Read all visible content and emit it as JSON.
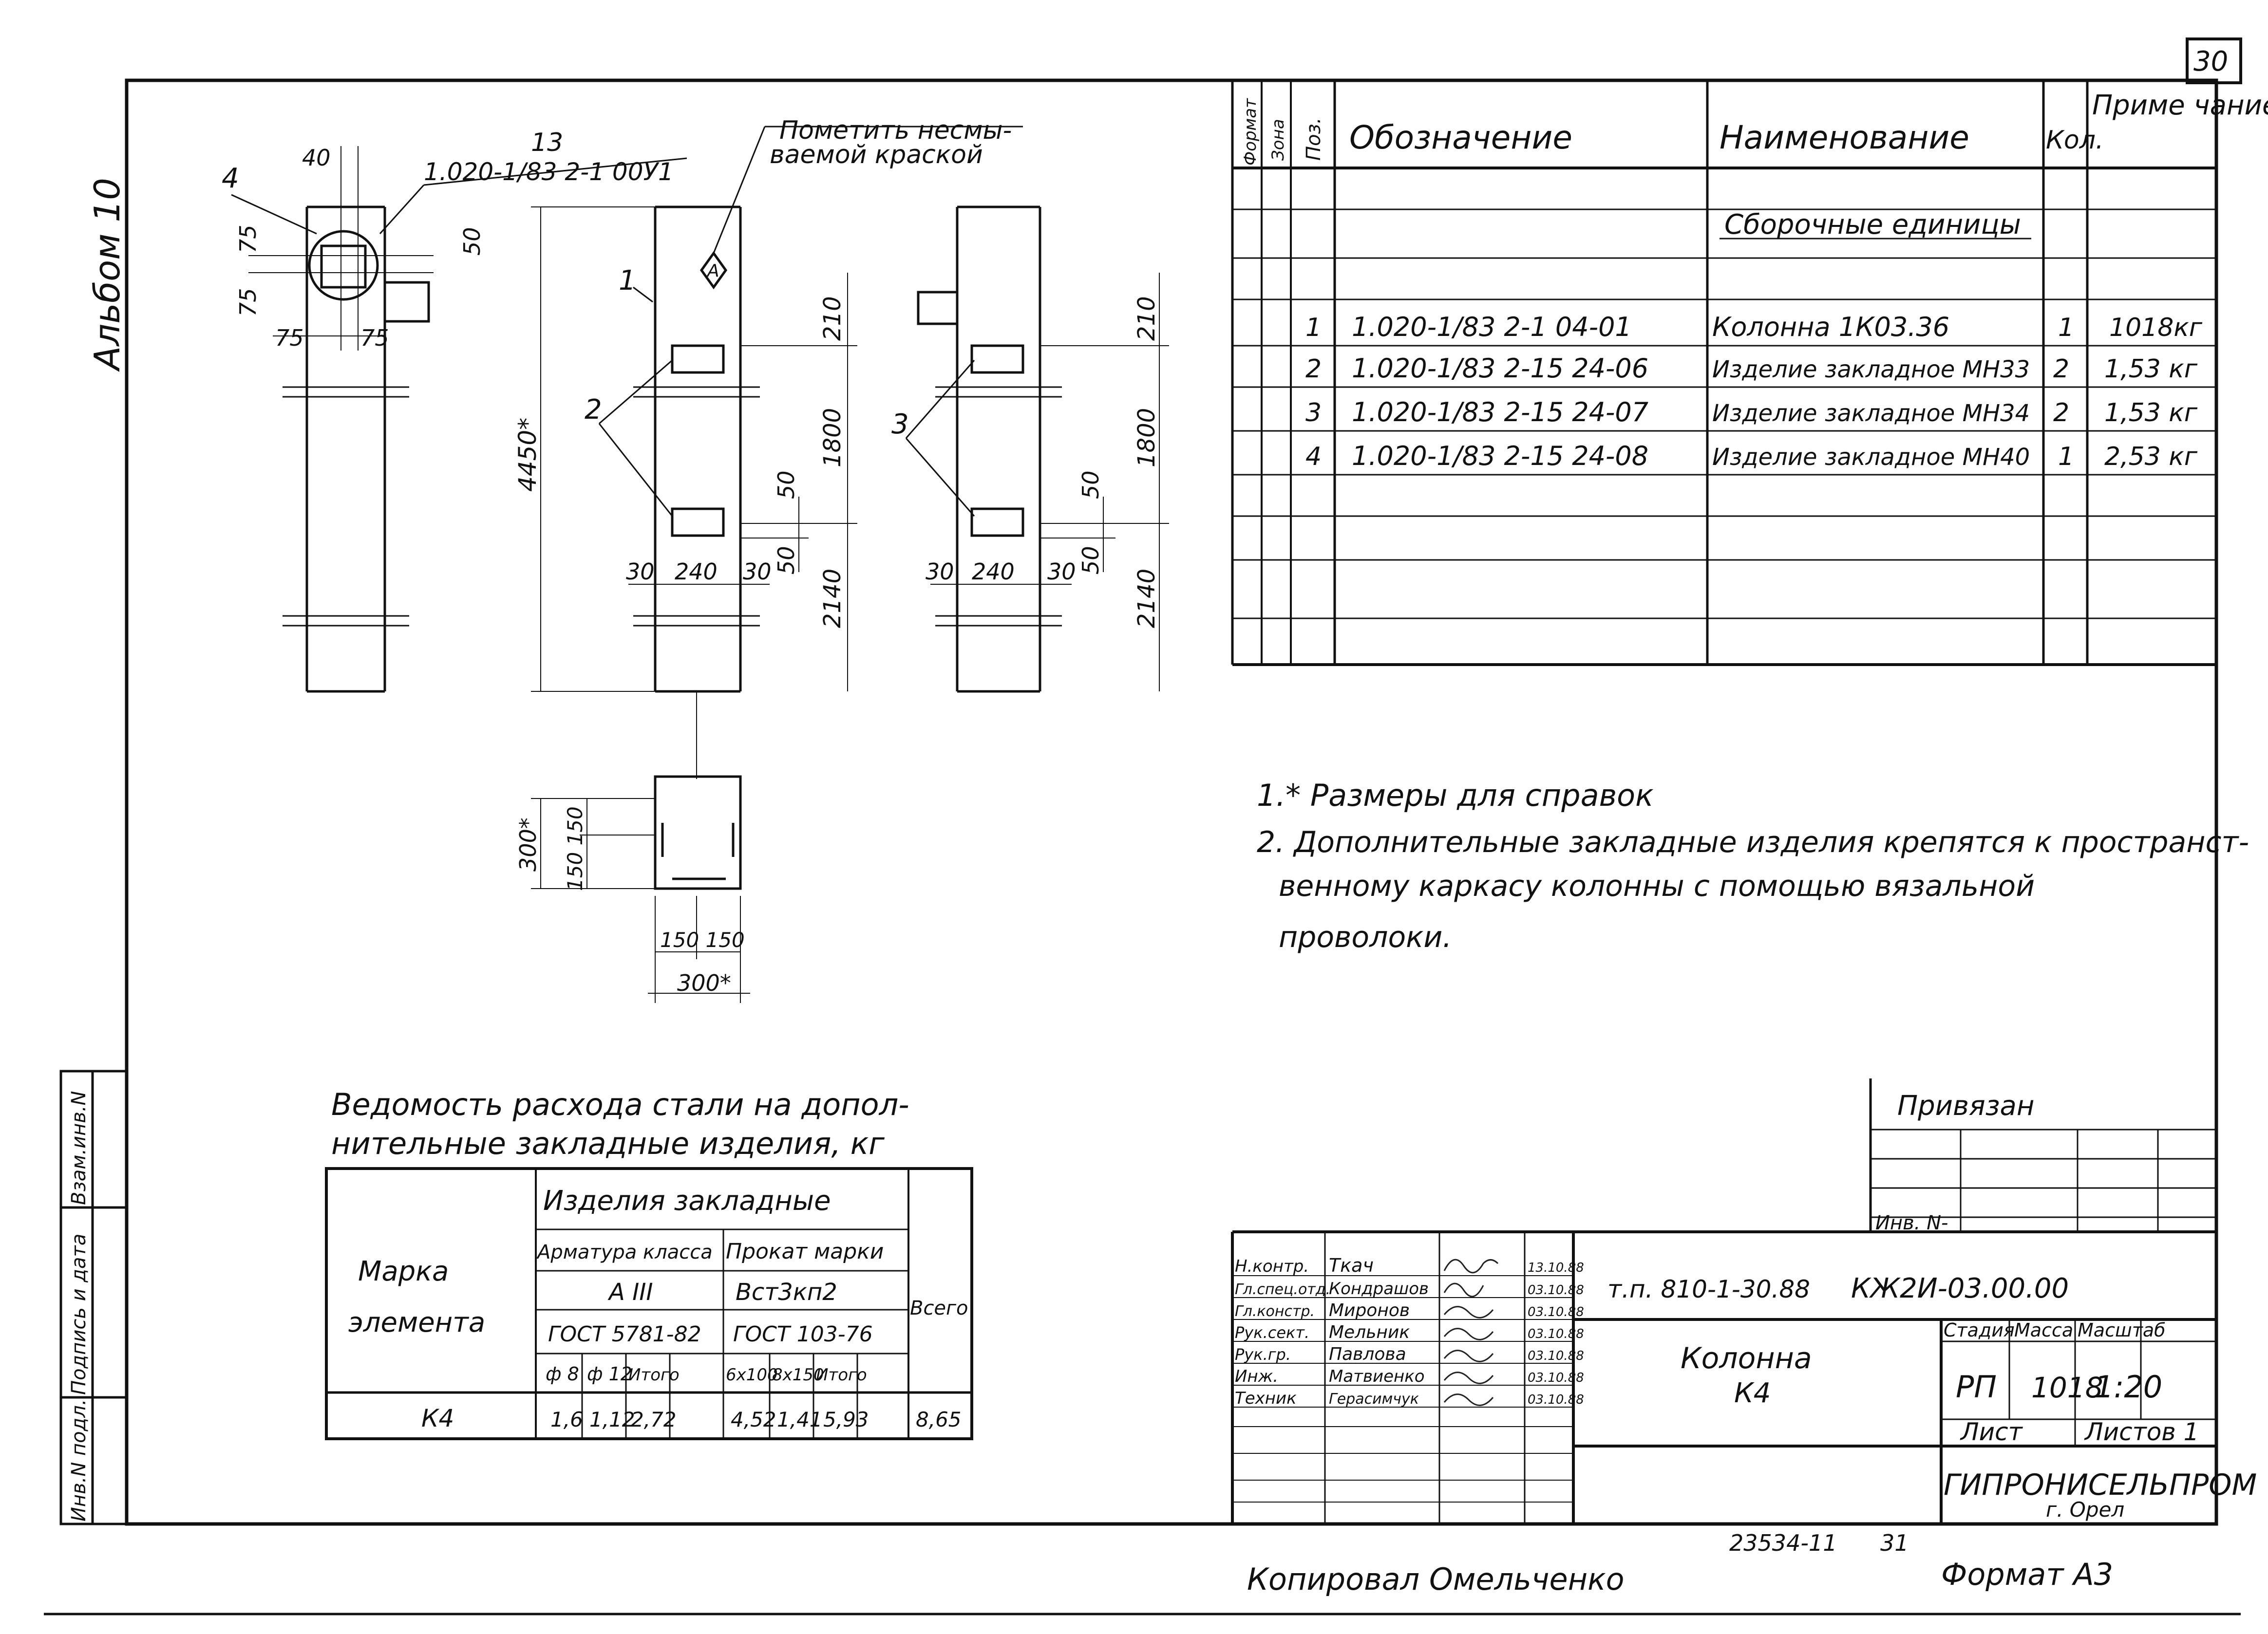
{
  "page_number": "30",
  "album": "Альбом 10",
  "drawing_notes": {
    "paint_note_1": "Пометить несмы-",
    "paint_note_2": "ваемой краской",
    "ref_code": "1.020-1/83 2-1 00У1",
    "pos_13": "13",
    "pos_4": "4",
    "pos_1": "1",
    "pos_2": "2",
    "pos_3": "3",
    "mark_a": "A"
  },
  "dimensions": {
    "d40": "40",
    "d75": "75",
    "d50": "50",
    "d210": "210",
    "d1800": "1800",
    "d2140": "2140",
    "d4450": "4450*",
    "d30": "30",
    "d240": "240",
    "d300s": "300*",
    "d150": "150",
    "d150_150": "150 150"
  },
  "spec_table": {
    "headers": {
      "format": "Формат",
      "zone": "Зона",
      "pos": "Поз.",
      "designation": "Обозначение",
      "name": "Наименование",
      "qty": "Кол.",
      "note": "Приме чание"
    },
    "section_title": "Сборочные единицы",
    "rows": [
      {
        "pos": "1",
        "designation": "1.020-1/83 2-1 04-01",
        "name": "Колонна 1К03.36",
        "qty": "1",
        "note": "1018кг"
      },
      {
        "pos": "2",
        "designation": "1.020-1/83 2-15 24-06",
        "name": "Изделие закладное МН33",
        "qty": "2",
        "note": "1,53 кг"
      },
      {
        "pos": "3",
        "designation": "1.020-1/83 2-15 24-07",
        "name": "Изделие закладное МН34",
        "qty": "2",
        "note": "1,53 кг"
      },
      {
        "pos": "4",
        "designation": "1.020-1/83 2-15 24-08",
        "name": "Изделие закладное МН40",
        "qty": "1",
        "note": "2,53 кг"
      }
    ]
  },
  "notes": [
    "1.* Размеры для справок",
    "2. Дополнительные закладные изделия крепятся к пространст-",
    "венному каркасу колонны с помощью вязальной",
    "проволоки."
  ],
  "steel_table": {
    "title_1": "Ведомость расхода стали на допол-",
    "title_2": "нительные закладные изделия, кг",
    "mark_label_1": "Марка",
    "mark_label_2": "элемента",
    "embedded": "Изделия закладные",
    "rebar_class": "Арматура класса",
    "rolled_mark": "Прокат марки",
    "a3": "А III",
    "st3": "Вст3кп2",
    "gost1": "ГОСТ 5781-82",
    "gost2": "ГОСТ 103-76",
    "total": "Всего",
    "sub": [
      "ф 8",
      "ф 12",
      "Итого",
      "6x100",
      "8x150",
      "Итого"
    ],
    "row_mark": "К4",
    "row_values": [
      "1,6",
      "1,12",
      "2,72",
      "4,52",
      "1,41",
      "5,93",
      "8,65"
    ]
  },
  "privyazan": {
    "title": "Привязан",
    "inv": "Инв. N-"
  },
  "title_block": {
    "roles": [
      "Н.контр.",
      "Гл.спец.отд.",
      "Гл.констр.",
      "Рук.сект.",
      "Рук.гр.",
      "Инж.",
      "Техник"
    ],
    "names": [
      "Ткач",
      "Кондрашов",
      "Миронов",
      "Мельник",
      "Павлова",
      "Матвиенко",
      "Герасимчук"
    ],
    "dates": [
      "13.10.88",
      "03.10.88",
      "03.10.88",
      "03.10.88",
      "03.10.88",
      "03.10.88",
      "03.10.88"
    ],
    "project_code": "т.п. 810-1-30.88",
    "drawing_code": "КЖ2И-03.00.00",
    "object_name": "Колонна",
    "object_mark": "К4",
    "stage_label": "Стадия",
    "mass_label": "Масса",
    "scale_label": "Масштаб",
    "stage": "РП",
    "mass": "1018",
    "scale": "1:20",
    "sheet_label": "Лист",
    "sheets_label": "Листов 1",
    "org": "ГИПРОНИСЕЛЬПРОМ",
    "city": "г. Орел"
  },
  "side_stamp": [
    "Инв.N подл.",
    "Подпись и дата",
    "Взам.инв.N"
  ],
  "bottom": {
    "number": "23534-11",
    "num31": "31",
    "copied": "Копировал Омельченко",
    "format": "Формат А3"
  }
}
